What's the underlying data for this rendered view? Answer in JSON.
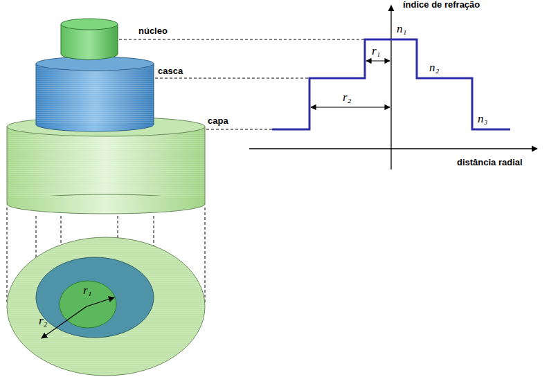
{
  "diagram": {
    "labels": [
      "núcleo",
      "casca",
      "capa",
      "índice de refração",
      "n₁",
      "r₁",
      "n₂",
      "r₂",
      "n₃",
      "distância radial",
      "r₁",
      "r₂"
    ]
  }
}
